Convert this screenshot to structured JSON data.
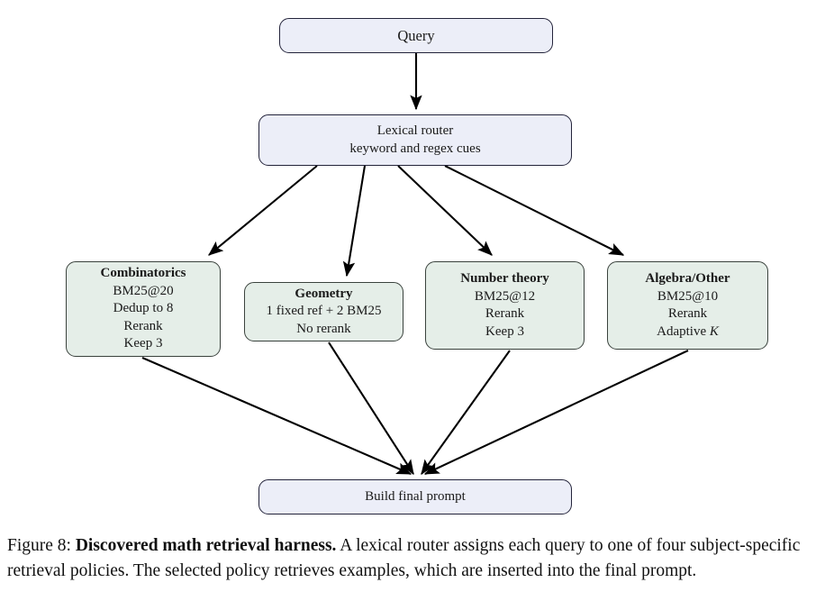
{
  "figure": {
    "caption_prefix": "Figure 8: ",
    "caption_bold": "Discovered math retrieval harness.",
    "caption_body": " A lexical router assigns each query to one of four subject-specific retrieval policies. The selected policy retrieves examples, which are inserted into the final prompt."
  },
  "colors": {
    "lavender_fill": "#eceef8",
    "green_fill": "#e5eee8",
    "border": "#2b2b2b",
    "arrow": "#000000",
    "background": "#ffffff",
    "text": "#1a1a1a"
  },
  "nodes": {
    "query": {
      "label": "Query",
      "lines": [
        "Query"
      ]
    },
    "router": {
      "label": "Lexical router",
      "lines": [
        "Lexical router",
        "keyword and regex cues"
      ]
    },
    "combinatorics": {
      "title": "Combinatorics",
      "lines": [
        "BM25@20",
        "Dedup to 8",
        "Rerank",
        "Keep 3"
      ]
    },
    "geometry": {
      "title": "Geometry",
      "lines": [
        "1 fixed ref + 2 BM25",
        "No rerank"
      ]
    },
    "number_theory": {
      "title": "Number theory",
      "lines": [
        "BM25@12",
        "Rerank",
        "Keep 3"
      ]
    },
    "algebra_other": {
      "title": "Algebra/Other",
      "lines": [
        "BM25@10",
        "Rerank"
      ],
      "adaptive_prefix": "Adaptive ",
      "adaptive_symbol": "K"
    },
    "build_prompt": {
      "label": "Build final prompt",
      "lines": [
        "Build final prompt"
      ]
    }
  },
  "edges": [
    {
      "from": "query",
      "to": "router"
    },
    {
      "from": "router",
      "to": "combinatorics"
    },
    {
      "from": "router",
      "to": "geometry"
    },
    {
      "from": "router",
      "to": "number_theory"
    },
    {
      "from": "router",
      "to": "algebra_other"
    },
    {
      "from": "combinatorics",
      "to": "build_prompt"
    },
    {
      "from": "geometry",
      "to": "build_prompt"
    },
    {
      "from": "number_theory",
      "to": "build_prompt"
    },
    {
      "from": "algebra_other",
      "to": "build_prompt"
    }
  ]
}
